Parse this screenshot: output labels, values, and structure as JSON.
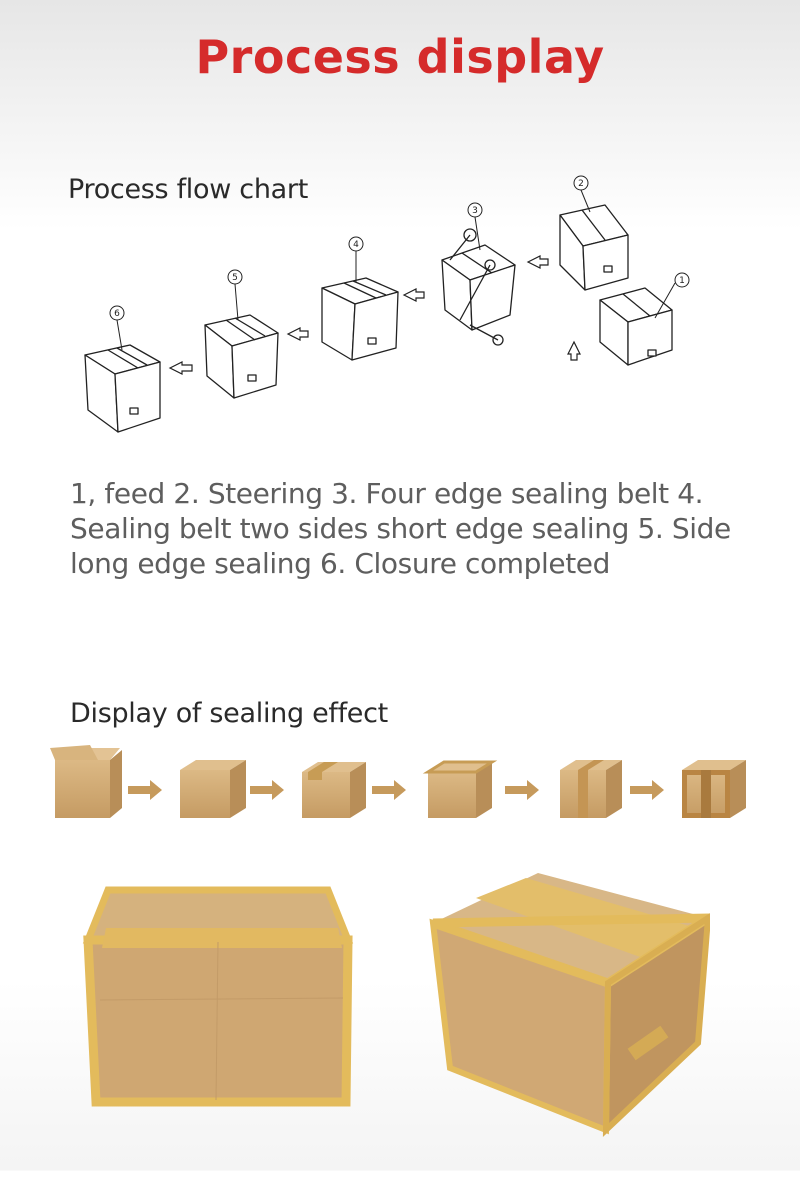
{
  "header": {
    "title": "Process display"
  },
  "theme": {
    "accent": "#d52b2b"
  },
  "flow": {
    "heading": "Process flow chart",
    "steps": [
      "1",
      "2",
      "3",
      "4",
      "5",
      "6"
    ],
    "description": "1, feed 2. Steering 3. Four edge sealing belt 4. Sealing belt two sides short edge sealing 5. Side long edge sealing 6. Closure completed"
  },
  "effect": {
    "heading": "Display of sealing effect"
  },
  "colors": {
    "cardboard": "#d1aa72",
    "tape": "#e0b85a",
    "arrow": "#c49a5a"
  }
}
